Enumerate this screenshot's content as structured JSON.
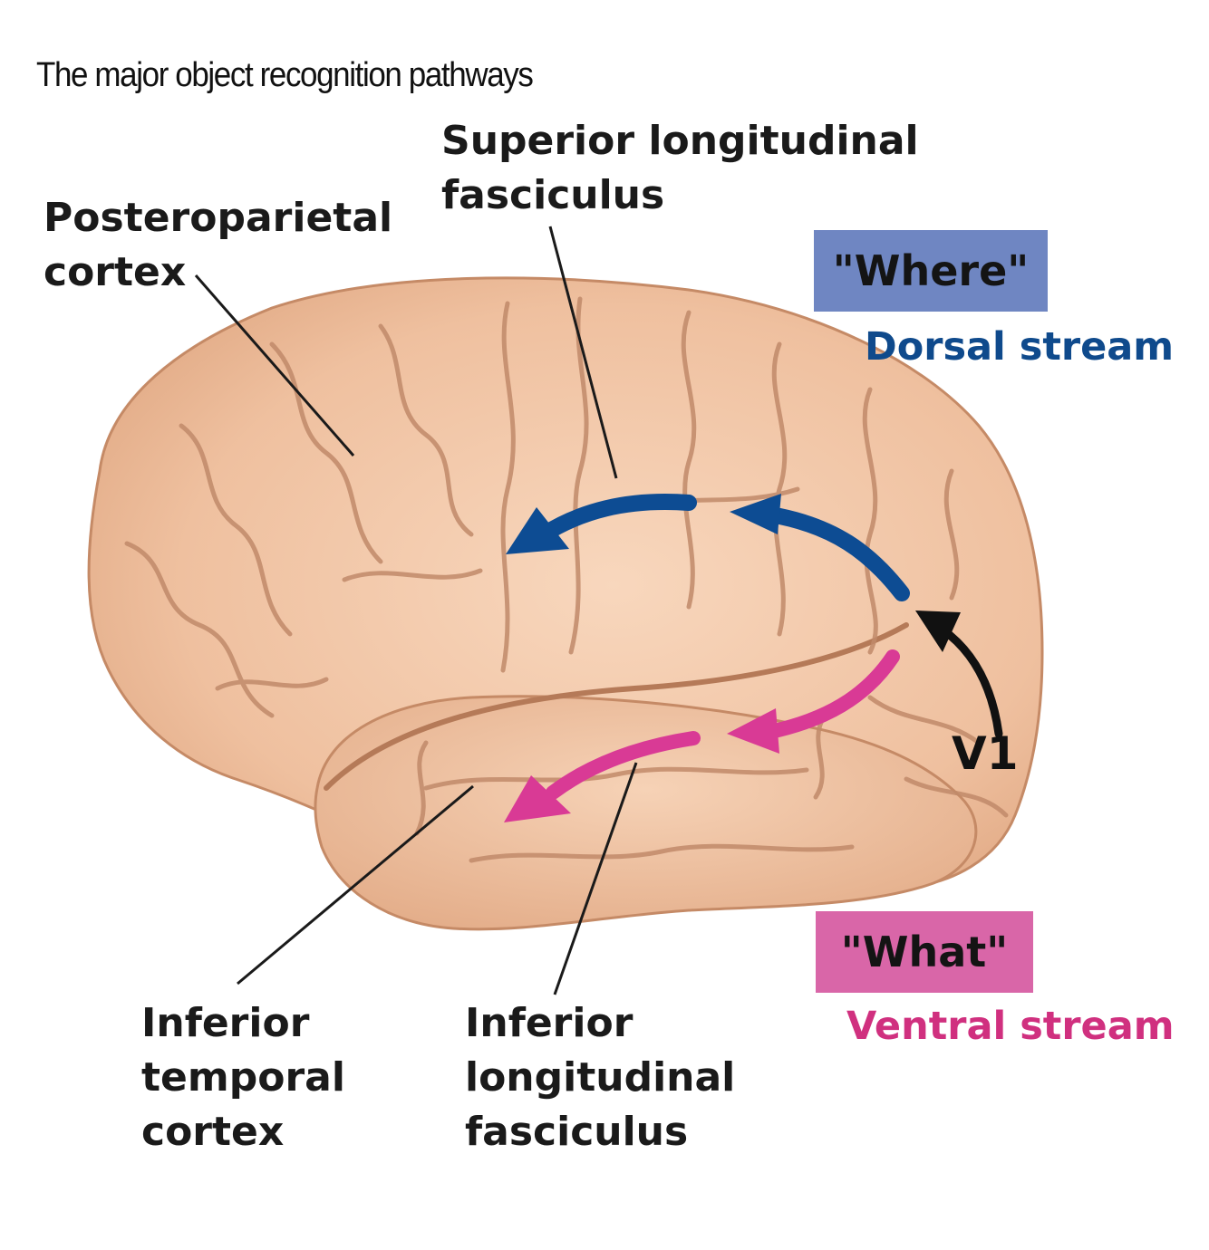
{
  "title": "The major object recognition pathways",
  "labels": {
    "posteroparietal": [
      "Posteroparietal",
      "cortex"
    ],
    "superior_longitudinal": [
      "Superior longitudinal",
      "fasciculus"
    ],
    "inferior_temporal": [
      "Inferior",
      "temporal",
      "cortex"
    ],
    "inferior_longitudinal": [
      "Inferior",
      "longitudinal",
      "fasciculus"
    ],
    "v1": "V1"
  },
  "dorsal": {
    "box_label": "\"Where\"",
    "stream_label": "Dorsal stream",
    "box_color": "#6f86c2",
    "text_color": "#0f4a8c",
    "arrow_color": "#0d4c93"
  },
  "ventral": {
    "box_label": "\"What\"",
    "stream_label": "Ventral stream",
    "box_color": "#d966a8",
    "text_color": "#d0307f",
    "arrow_color": "#d93a95"
  },
  "colors": {
    "brain_fill": "#efc1a0",
    "brain_outline": "#c58a66",
    "sulcus": "#c18a6a",
    "leader_line": "#1a1a1a",
    "v1_arrow": "#111111"
  }
}
